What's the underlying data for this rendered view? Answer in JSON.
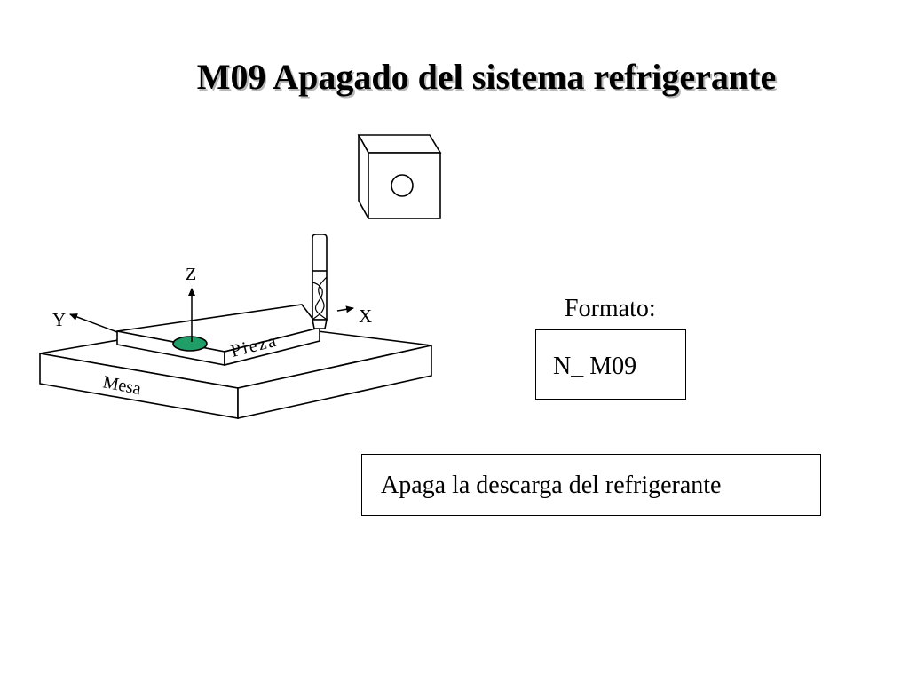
{
  "slide": {
    "title": "M09  Apagado del sistema refrigerante"
  },
  "diagram": {
    "axis_z": "Z",
    "axis_y": "Y",
    "axis_x": "X",
    "workpiece_label": "Pieza",
    "table_label": "Mesa",
    "coolant_off_icon": "valve-closed-icon"
  },
  "format": {
    "label": "Formato:",
    "code": "N_  M09"
  },
  "description": {
    "text": "Apaga la descarga del refrigerante"
  },
  "colors": {
    "workpiece_marker": "#1f9e68",
    "title_shadow": "#b8b8b8"
  }
}
